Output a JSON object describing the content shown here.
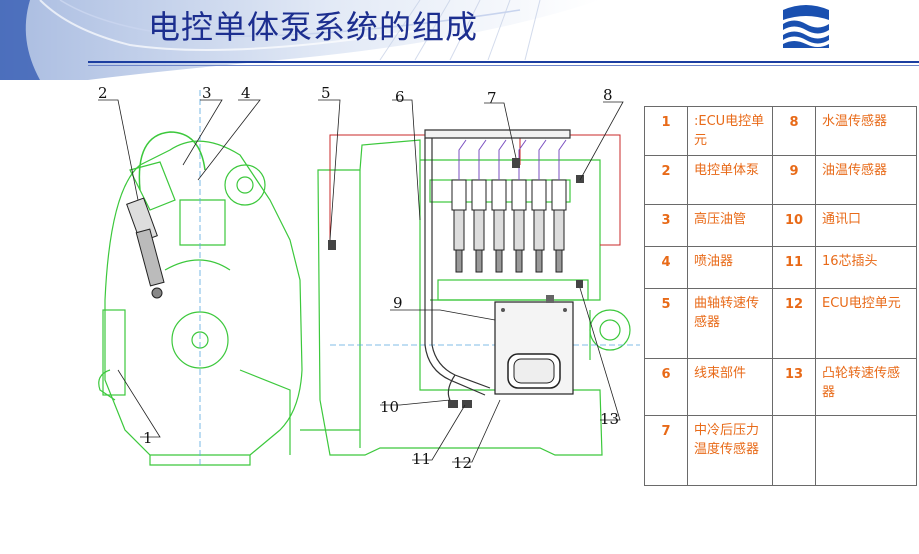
{
  "title": "电控单体泵系统的组成",
  "legend": [
    {
      "left_num": "1",
      "left_label": ":ECU电控单元",
      "right_num": "8",
      "right_label": "水温传感器"
    },
    {
      "left_num": "2",
      "left_label": "电控单体泵",
      "right_num": "9",
      "right_label": "油温传感器"
    },
    {
      "left_num": "3",
      "left_label": "高压油管",
      "right_num": "10",
      "right_label": "通讯口"
    },
    {
      "left_num": "4",
      "left_label": "喷油器",
      "right_num": "11",
      "right_label": "16芯插头"
    },
    {
      "left_num": "5",
      "left_label": "曲轴转速传感器",
      "right_num": "12",
      "right_label": "ECU电控单元"
    },
    {
      "left_num": "6",
      "left_label": "线束部件",
      "right_num": "13",
      "right_label": "凸轮转速传感器"
    },
    {
      "left_num": "7",
      "left_label": "中冷后压力温度传感器",
      "right_num": "",
      "right_label": ""
    }
  ],
  "callouts": [
    "1",
    "2",
    "3",
    "4",
    "5",
    "6",
    "7",
    "8",
    "9",
    "10",
    "11",
    "12",
    "13"
  ],
  "colors": {
    "title": "#1c2e8f",
    "legend_text": "#e86a18",
    "engine_line": "#3cc83c",
    "wire": "#c82828",
    "accent": "#1c3ea0"
  }
}
